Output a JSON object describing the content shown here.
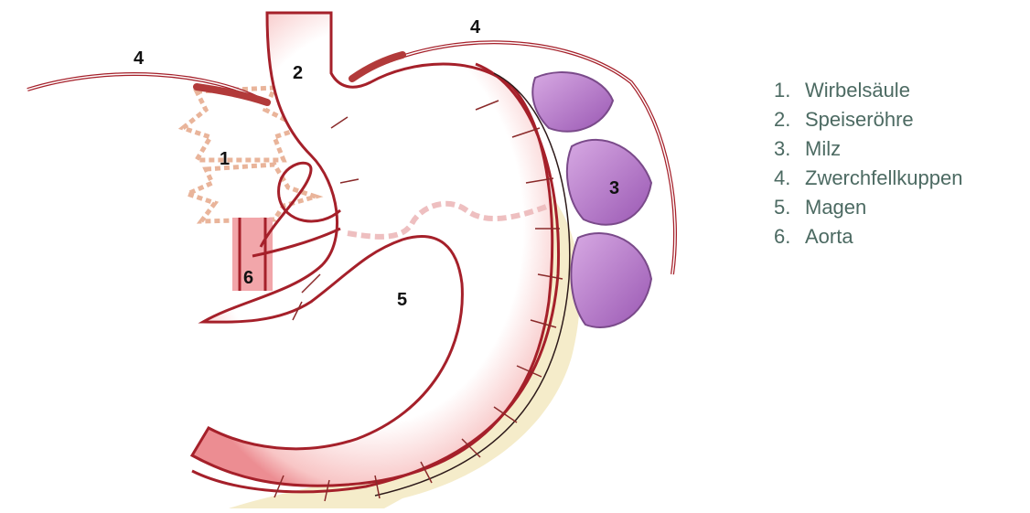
{
  "diagram": {
    "labels": {
      "spine": "1",
      "esophagus": "2",
      "spleen": "3",
      "diaphragm_left": "4",
      "diaphragm_right": "4",
      "stomach": "5",
      "aorta": "6"
    }
  },
  "legend": {
    "items": [
      {
        "num": "1.",
        "text": "Wirbelsäule"
      },
      {
        "num": "2.",
        "text": "Speiseröhre"
      },
      {
        "num": "3.",
        "text": "Milz"
      },
      {
        "num": "4.",
        "text": "Zwerchfellkuppen"
      },
      {
        "num": "5.",
        "text": "Magen"
      },
      {
        "num": "6.",
        "text": "Aorta"
      }
    ]
  },
  "colors": {
    "artery": "#a5202a",
    "stomach_wall": "#f3a3a7",
    "spleen": "#b27cc8",
    "spine": "#e9b49a",
    "fat": "#efe0a8",
    "legend_text": "#4c6a62"
  }
}
